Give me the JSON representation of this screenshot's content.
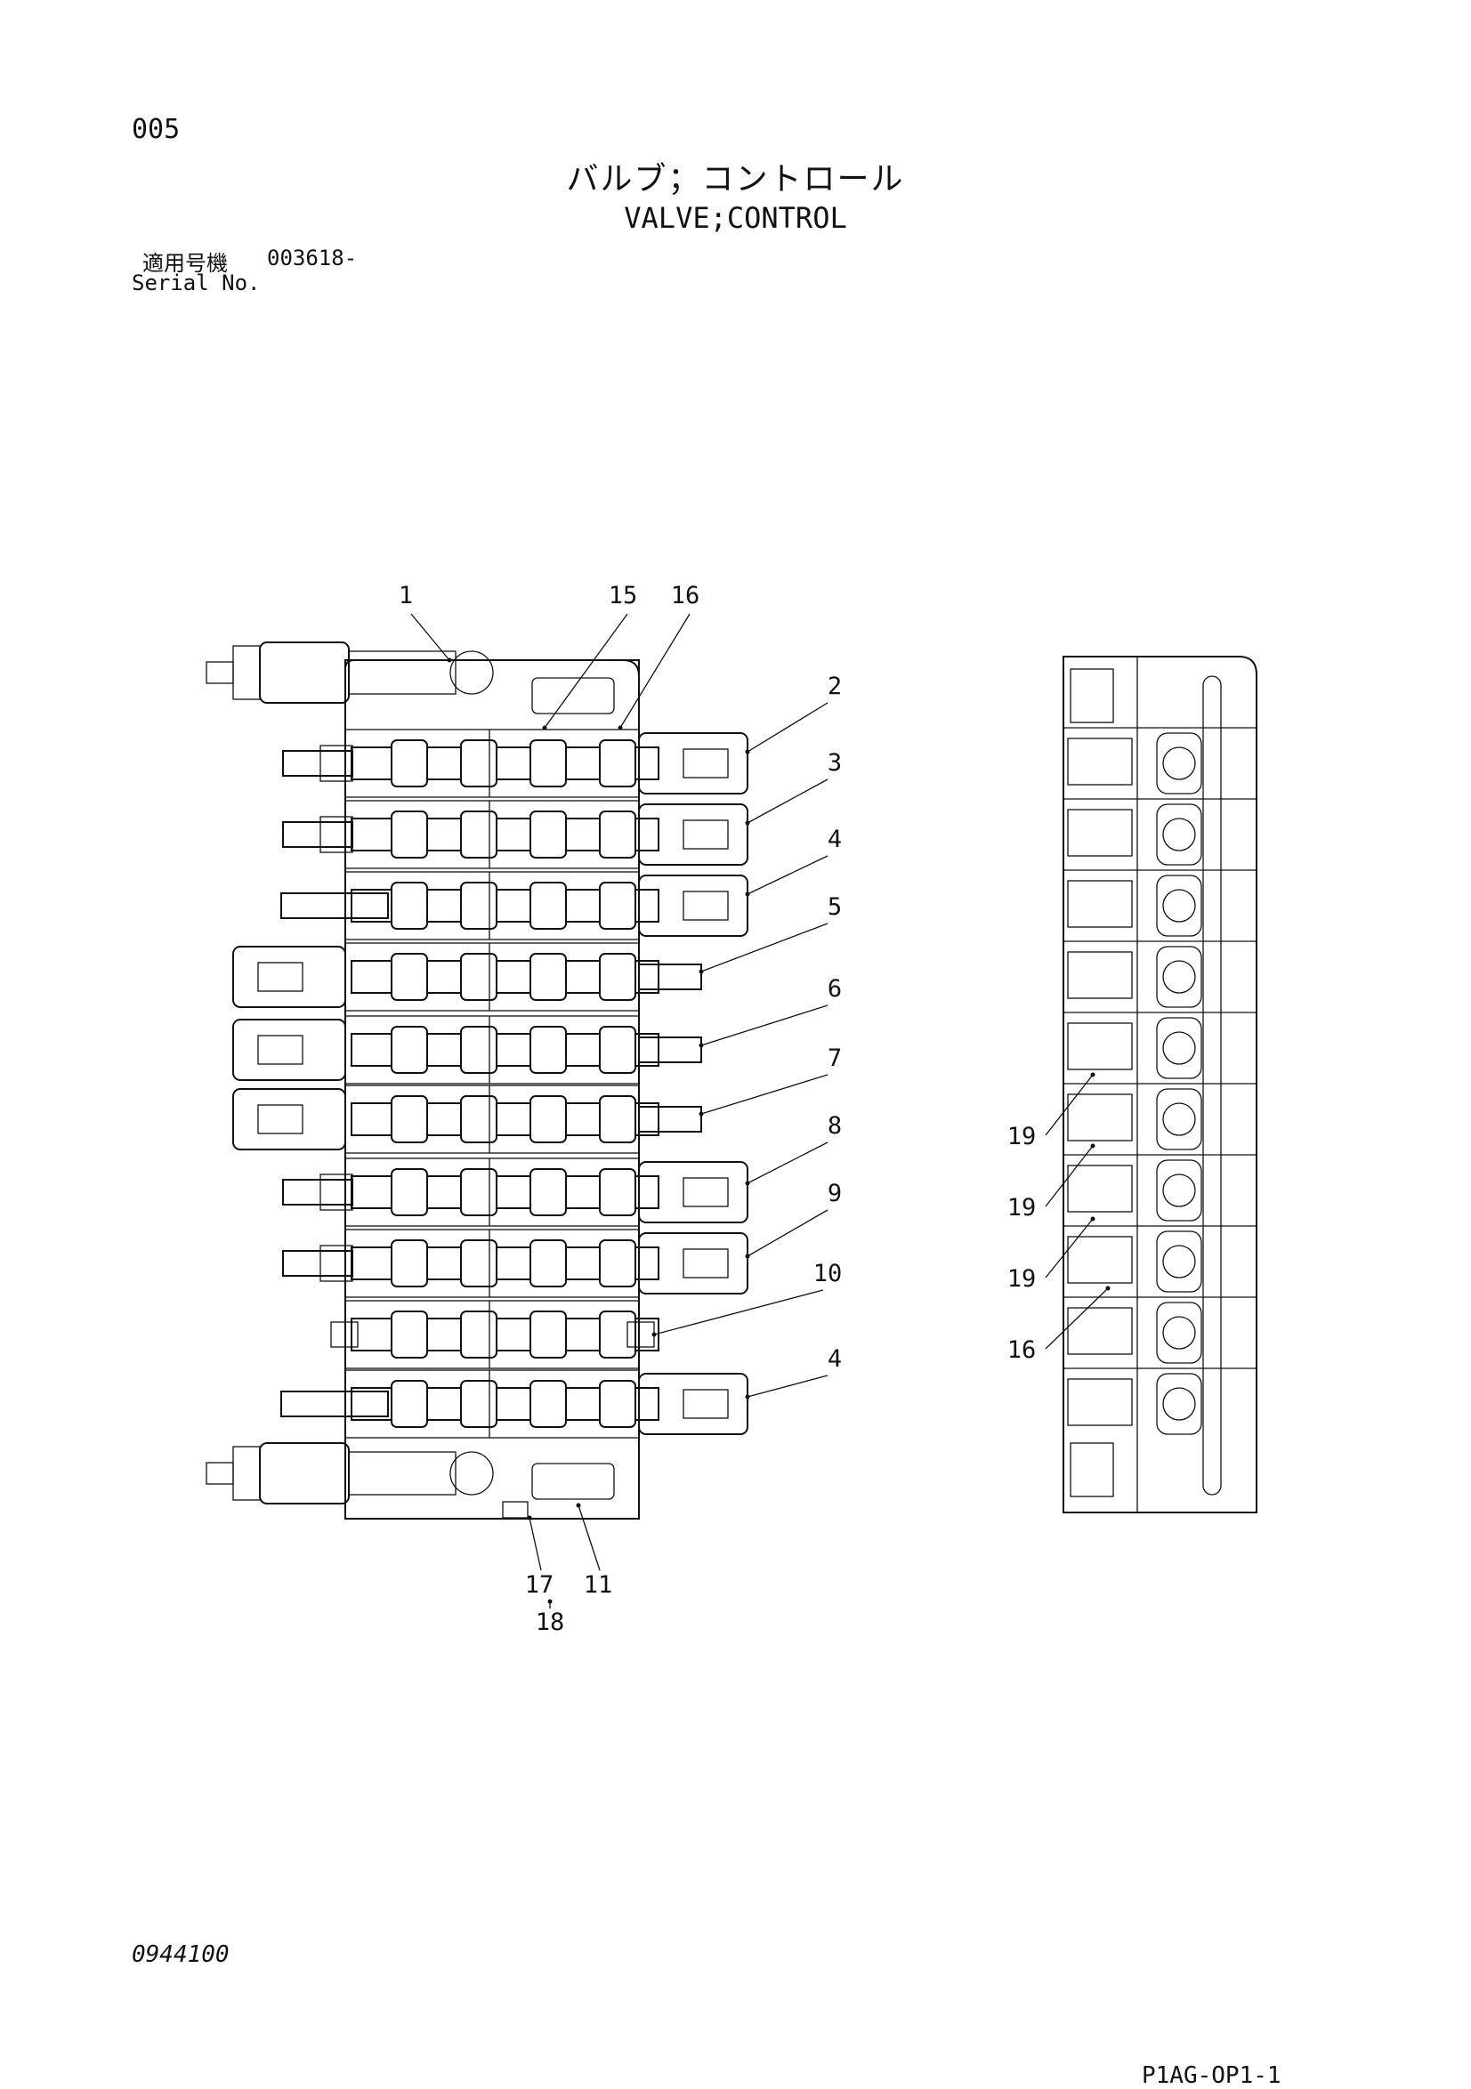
{
  "header": {
    "page_number": "005",
    "title_jp": "バルブ；コントロール",
    "title_en": "VALVE;CONTROL",
    "serial_label_jp": "適用号機",
    "serial_value": "003618-",
    "serial_label_en": "Serial No."
  },
  "diagram": {
    "callouts": [
      {
        "id": "c1",
        "label": "1"
      },
      {
        "id": "c15",
        "label": "15"
      },
      {
        "id": "c16",
        "label": "16"
      },
      {
        "id": "c2",
        "label": "2"
      },
      {
        "id": "c3",
        "label": "3"
      },
      {
        "id": "c4a",
        "label": "4"
      },
      {
        "id": "c5",
        "label": "5"
      },
      {
        "id": "c6",
        "label": "6"
      },
      {
        "id": "c7",
        "label": "7"
      },
      {
        "id": "c8",
        "label": "8"
      },
      {
        "id": "c9",
        "label": "9"
      },
      {
        "id": "c10",
        "label": "10"
      },
      {
        "id": "c4b",
        "label": "4"
      },
      {
        "id": "c17",
        "label": "17"
      },
      {
        "id": "c11",
        "label": "11"
      },
      {
        "id": "c18",
        "label": "18"
      },
      {
        "id": "c19a",
        "label": "19"
      },
      {
        "id": "c19b",
        "label": "19"
      },
      {
        "id": "c19c",
        "label": "19"
      },
      {
        "id": "c16b",
        "label": "16"
      }
    ]
  },
  "footer": {
    "drawing_code": "0944100",
    "sheet_code": "P1AG-OP1-1"
  }
}
